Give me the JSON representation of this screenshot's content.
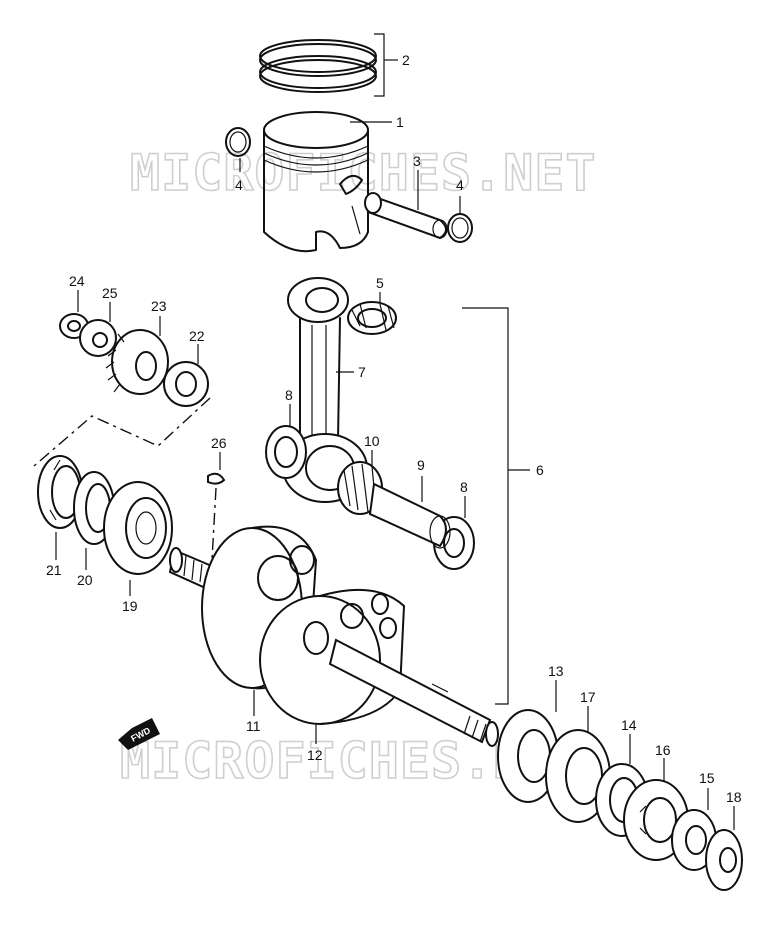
{
  "watermark": {
    "text": "MICROFICHES.NET"
  },
  "direction_marker": {
    "label": "FWD"
  },
  "callouts": {
    "c1": "1",
    "c2": "2",
    "c3": "3",
    "c4a": "4",
    "c4b": "4",
    "c5": "5",
    "c6": "6",
    "c7": "7",
    "c8a": "8",
    "c8b": "8",
    "c9": "9",
    "c10": "10",
    "c11": "11",
    "c12": "12",
    "c13": "13",
    "c14": "14",
    "c15": "15",
    "c16": "16",
    "c17": "17",
    "c18": "18",
    "c19": "19",
    "c20": "20",
    "c21": "21",
    "c22": "22",
    "c23": "23",
    "c24": "24",
    "c25": "25",
    "c26": "26"
  }
}
